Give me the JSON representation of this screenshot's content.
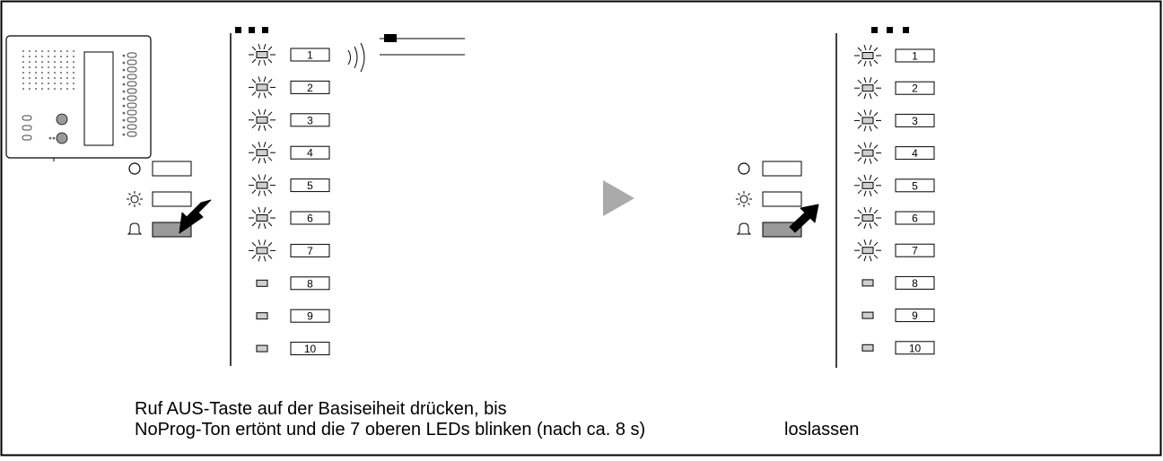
{
  "led_panels": [
    {
      "keys": [
        "1",
        "2",
        "3",
        "4",
        "5",
        "6",
        "7",
        "8",
        "9",
        "10"
      ],
      "blinking_leds": [
        1,
        2,
        3,
        4,
        5,
        6,
        7
      ]
    },
    {
      "keys": [
        "1",
        "2",
        "3",
        "4",
        "5",
        "6",
        "7",
        "8",
        "9",
        "10"
      ],
      "blinking_leds": [
        1,
        2,
        3,
        4,
        5,
        6,
        7
      ]
    }
  ],
  "caption": {
    "line1": "Ruf AUS-Taste auf der Basiseiheit drücken, bis",
    "line2": "NoProg-Ton ertönt und die 7 oberen LEDs blinken (nach ca. 8 s)",
    "release": "loslassen"
  }
}
